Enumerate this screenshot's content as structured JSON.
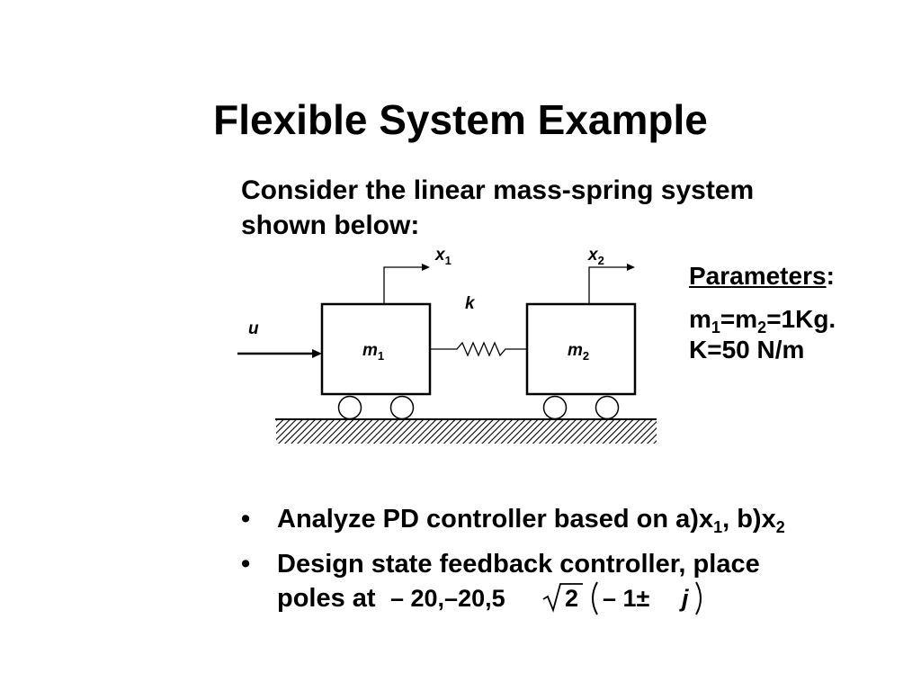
{
  "slide": {
    "title": "Flexible System Example",
    "intro_line1": "Consider the linear mass-spring system",
    "intro_line2": "shown below:"
  },
  "diagram": {
    "input_label": "u",
    "spring_label": "k",
    "mass1": {
      "label": "m",
      "sub": "1"
    },
    "mass2": {
      "label": "m",
      "sub": "2"
    },
    "disp1": {
      "label": "x",
      "sub": "1"
    },
    "disp2": {
      "label": "x",
      "sub": "2"
    }
  },
  "parameters": {
    "heading": "Parameters",
    "heading_suffix": ":",
    "mass_line": {
      "a": "m",
      "a_sub": "1",
      "b": "=m",
      "b_sub": "2",
      "c": "=1Kg."
    },
    "k_line": "K=50 N/m"
  },
  "bullets": {
    "dot": "•",
    "b1": {
      "text": "Analyze PD controller based on a)x",
      "sub1": "1",
      "mid": ", b)x",
      "sub2": "2"
    },
    "b2": {
      "line1": "Design state feedback controller, place",
      "line2": "poles at"
    },
    "poles": {
      "part1": "– 20,–20,5",
      "radicand": "2",
      "part2": "– 1±",
      "j": "j"
    }
  }
}
